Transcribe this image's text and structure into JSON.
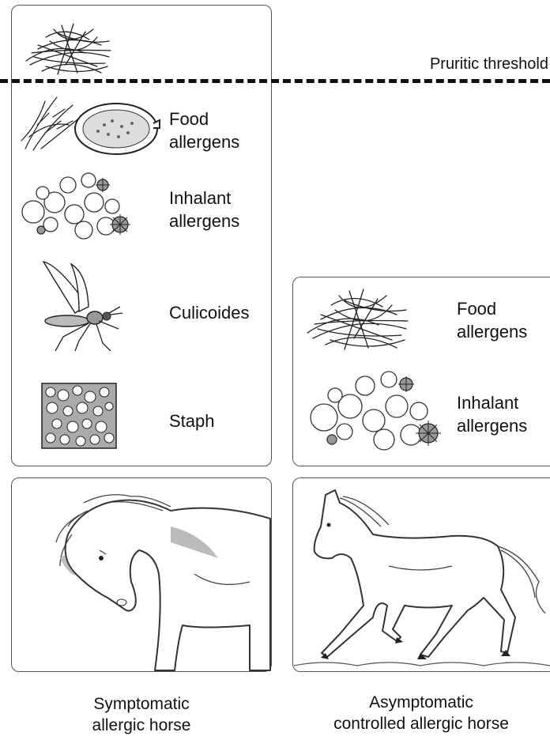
{
  "threshold": {
    "label": "Pruritic threshold"
  },
  "symptomatic": {
    "allergens": [
      {
        "label_line1": "Food",
        "label_line2": "allergens",
        "icon": "hay-food-icon"
      },
      {
        "label_line1": "Inhalant",
        "label_line2": "allergens",
        "icon": "pollen-spores-icon"
      },
      {
        "label_line1": "Culicoides",
        "label_line2": "",
        "icon": "midge-insect-icon"
      },
      {
        "label_line1": "Staph",
        "label_line2": "",
        "icon": "staph-bacteria-icon"
      }
    ],
    "caption_line1": "Symptomatic",
    "caption_line2": "allergic horse"
  },
  "asymptomatic": {
    "allergens": [
      {
        "label_line1": "Food",
        "label_line2": "allergens",
        "icon": "hay-icon"
      },
      {
        "label_line1": "Inhalant",
        "label_line2": "allergens",
        "icon": "pollen-spores-icon"
      }
    ],
    "caption_line1": "Asymptomatic",
    "caption_line2": "controlled allergic horse"
  },
  "colors": {
    "line": "#111111",
    "border": "#555555",
    "fill": "#ffffff"
  }
}
